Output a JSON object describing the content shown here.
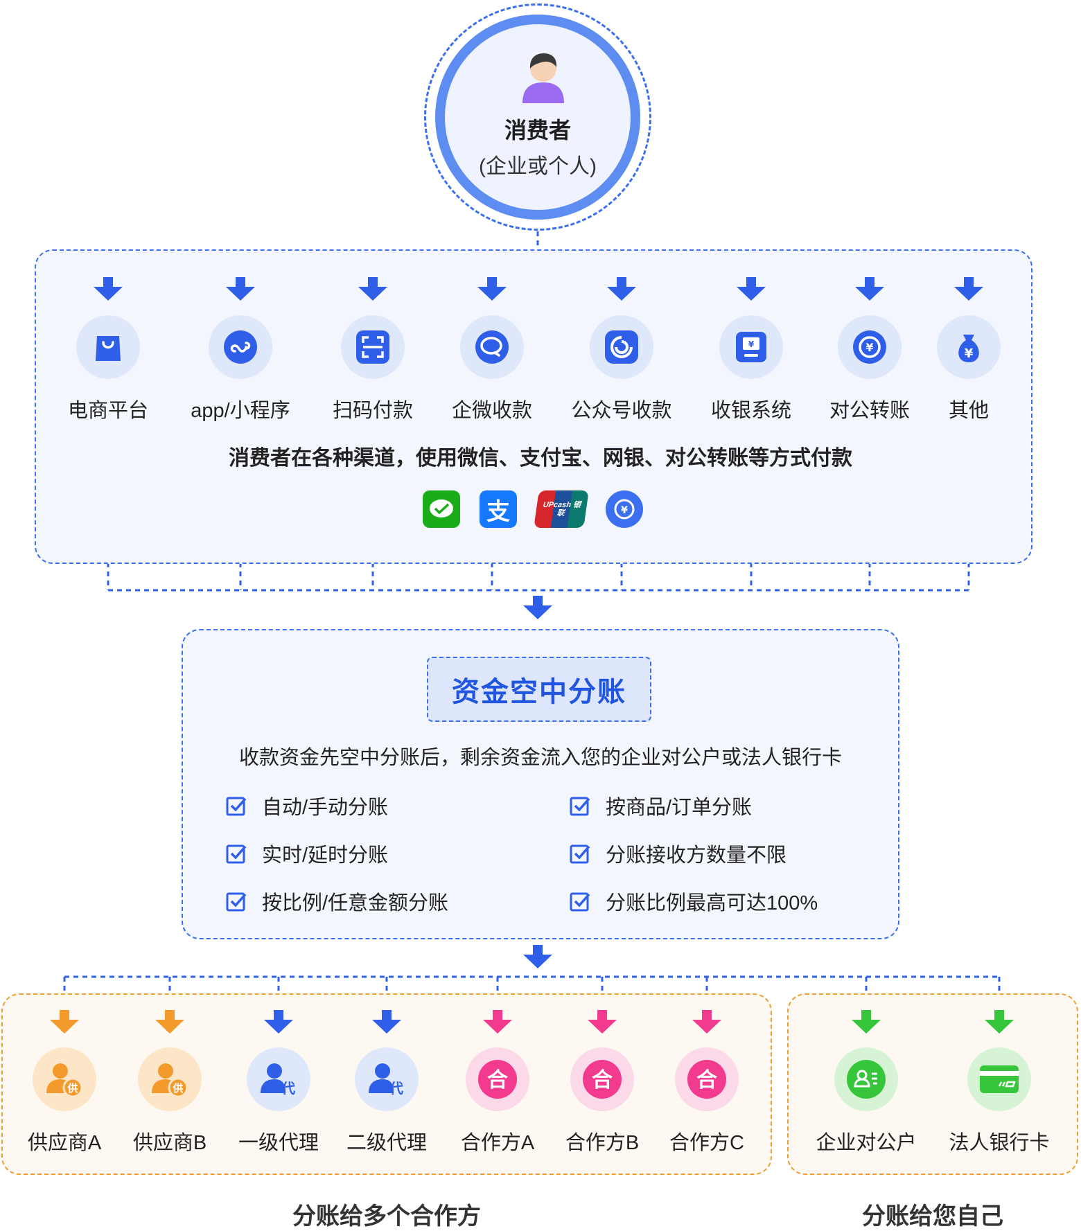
{
  "consumer": {
    "title": "消费者",
    "subtitle": "(企业或个人)"
  },
  "channels": [
    {
      "label": "电商平台",
      "icon": "shopping-bag-icon"
    },
    {
      "label": "app/小程序",
      "icon": "mini-program-icon"
    },
    {
      "label": "扫码付款",
      "icon": "scan-code-icon"
    },
    {
      "label": "企微收款",
      "icon": "wecom-icon"
    },
    {
      "label": "公众号收款",
      "icon": "official-account-icon"
    },
    {
      "label": "收银系统",
      "icon": "pos-terminal-icon"
    },
    {
      "label": "对公转账",
      "icon": "yuan-transfer-icon"
    },
    {
      "label": "其他",
      "icon": "money-bag-icon"
    }
  ],
  "payment_note": "消费者在各种渠道，使用微信、支付宝、网银、对公转账等方式付款",
  "payment_logos": [
    {
      "icon": "wechat-pay-icon",
      "color": "#1aad19"
    },
    {
      "icon": "alipay-icon",
      "color": "#1677ff",
      "text": "支"
    },
    {
      "icon": "unionpay-icon",
      "color": "#d7262b",
      "text": "UPcash 银联"
    },
    {
      "icon": "bank-transfer-icon",
      "color": "#3b6ff0"
    }
  ],
  "split": {
    "title": "资金空中分账",
    "description": "收款资金先空中分账后，剩余资金流入您的企业对公户或法人银行卡",
    "features": [
      "自动/手动分账",
      "按商品/订单分账",
      "实时/延时分账",
      "分账接收方数量不限",
      "按比例/任意金额分账",
      "分账比例最高可达100%"
    ]
  },
  "partners": [
    {
      "label": "供应商A",
      "badge": "供",
      "color": "#f29b2c",
      "icon": "supplier-icon"
    },
    {
      "label": "供应商B",
      "badge": "供",
      "color": "#f29b2c",
      "icon": "supplier-icon"
    },
    {
      "label": "一级代理",
      "badge": "代",
      "color": "#3b6ff0",
      "icon": "agent-icon"
    },
    {
      "label": "二级代理",
      "badge": "代",
      "color": "#3b6ff0",
      "icon": "agent-icon"
    },
    {
      "label": "合作方A",
      "badge": "合",
      "color": "#f23a8e",
      "icon": "partner-icon"
    },
    {
      "label": "合作方B",
      "badge": "合",
      "color": "#f23a8e",
      "icon": "partner-icon"
    },
    {
      "label": "合作方C",
      "badge": "合",
      "color": "#f23a8e",
      "icon": "partner-icon"
    }
  ],
  "self_accounts": [
    {
      "label": "企业对公户",
      "color": "#36c53b",
      "icon": "corporate-account-icon"
    },
    {
      "label": "法人银行卡",
      "color": "#36c53b",
      "icon": "bank-card-icon"
    }
  ],
  "sections": {
    "partners_title": "分账给多个合作方",
    "self_title": "分账给您自己"
  },
  "colors": {
    "primary": "#3b6ff0",
    "orange": "#f29b2c",
    "pink": "#f23a8e",
    "green": "#36c53b"
  }
}
